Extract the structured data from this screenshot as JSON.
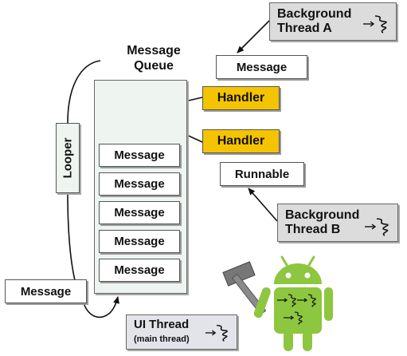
{
  "threads": {
    "a": {
      "line1": "Background",
      "line2": "Thread A"
    },
    "b": {
      "line1": "Background",
      "line2": "Thread B"
    },
    "ui": {
      "line1": "UI Thread",
      "line2": "(main thread)"
    }
  },
  "queue": {
    "title_line1": "Message",
    "title_line2": "Queue"
  },
  "queue_items": [
    "Message",
    "Message",
    "Message",
    "Message",
    "Message"
  ],
  "message_top": "Message",
  "message_left": "Message",
  "handler_1": "Handler",
  "handler_2": "Handler",
  "runnable": "Runnable",
  "looper": "Looper",
  "colors": {
    "handler": "#f5c400",
    "thread_box": "#dcdcdc",
    "queue_fill": "#eef5f0",
    "android_green": "#8dc63f"
  }
}
